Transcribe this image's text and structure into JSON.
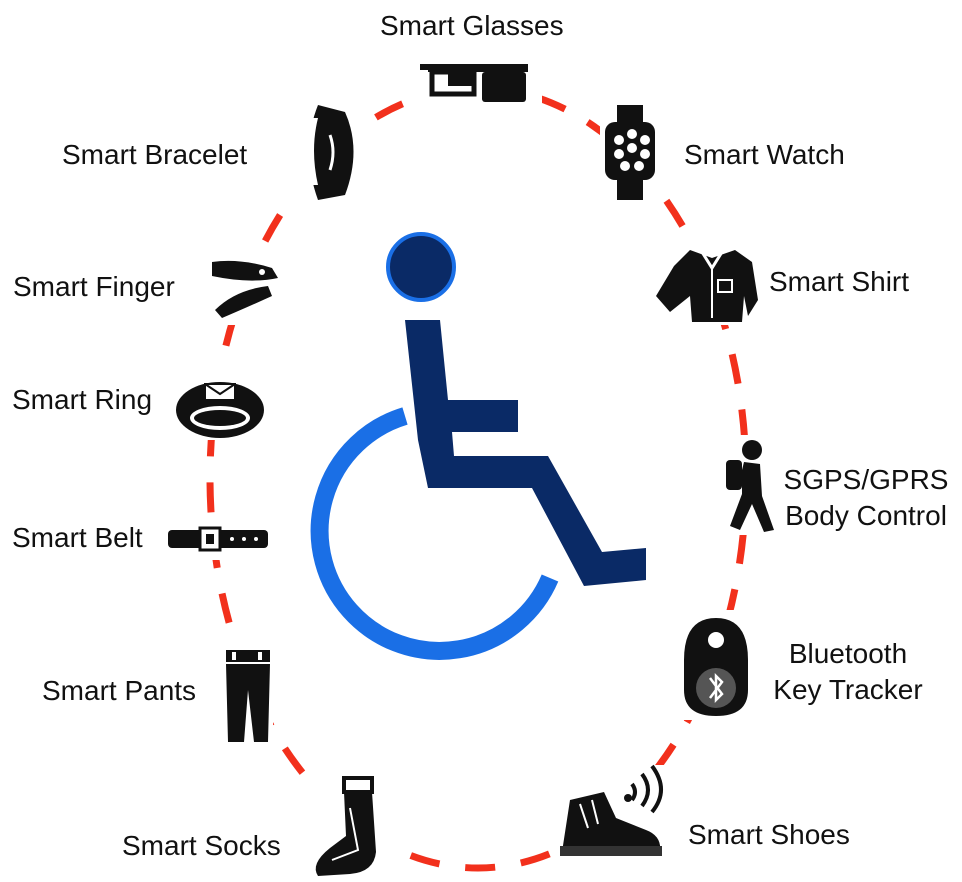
{
  "colors": {
    "ring": "#f2301c",
    "figure_dark": "#0a2a66",
    "figure_blue": "#1a6fe6",
    "icon": "#111111"
  },
  "labels": {
    "glasses": "Smart Glasses",
    "watch": "Smart Watch",
    "bracelet": "Smart Bracelet",
    "finger": "Smart Finger",
    "shirt": "Smart Shirt",
    "ring": "Smart Ring",
    "gps_line1": "SGPS/GPRS",
    "gps_line2": "Body Control",
    "belt": "Smart Belt",
    "tracker_line1": "Bluetooth",
    "tracker_line2": "Key Tracker",
    "pants": "Smart Pants",
    "socks": "Smart Socks",
    "shoes": "Smart Shoes"
  },
  "icons": [
    "glasses-icon",
    "watch-icon",
    "bracelet-icon",
    "finger-icon",
    "shirt-icon",
    "ring-icon",
    "hiker-icon",
    "belt-icon",
    "key-tracker-icon",
    "bluetooth-icon",
    "pants-icon",
    "sock-icon",
    "shoe-icon",
    "wheelchair-user-icon"
  ]
}
